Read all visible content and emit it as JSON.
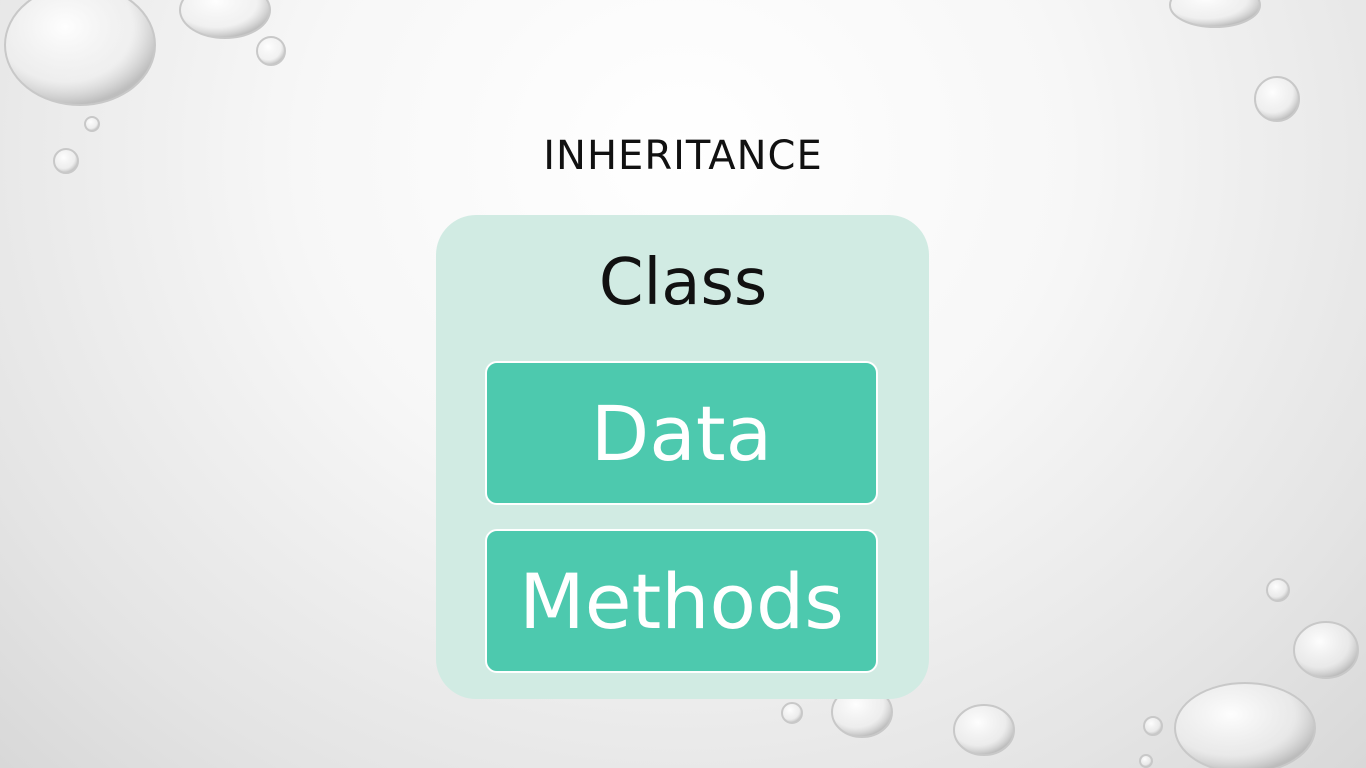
{
  "slide": {
    "title": "INHERITANCE"
  },
  "diagram": {
    "container_label": "Class",
    "items": [
      {
        "label": "Data"
      },
      {
        "label": "Methods"
      }
    ]
  },
  "colors": {
    "container_fill": "#d1ebe3",
    "box_fill": "#4dc9ae",
    "box_text": "#ffffff",
    "title_text": "#111111"
  },
  "decorations": {
    "background": "water-droplets"
  }
}
